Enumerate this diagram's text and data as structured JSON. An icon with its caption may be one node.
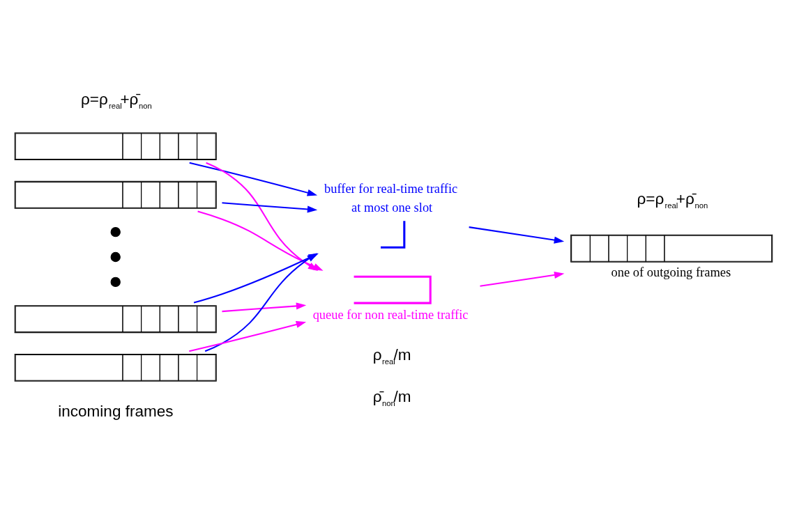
{
  "diagram": {
    "nodes": [
      {
        "text": [],
        "shape": "box"
      },
      {
        "text": [],
        "shape": "box"
      },
      {
        "text": [],
        "shape": "circle"
      },
      {
        "text": [],
        "shape": "circle"
      },
      {
        "text": [],
        "shape": "circle"
      },
      {
        "text": [],
        "shape": "box"
      },
      {
        "text": [],
        "shape": "box"
      },
      {
        "text": [
          "buffer for real-time traffic",
          "at most one slot"
        ]
      },
      {
        "text": [
          "queue for non real-time traffic"
        ]
      },
      {
        "text": [
          "one of outgoing frames"
        ]
      }
    ],
    "edges": [
      {
        "from": 0,
        "to": 7,
        "arrow": "to",
        "color": "#0000ff"
      },
      {
        "from": 0,
        "to": 8,
        "arrow": "to",
        "color": "#ff00ff"
      },
      {
        "from": 1,
        "to": 7,
        "arrow": "to",
        "color": "#0000ff"
      },
      {
        "from": 1,
        "to": 8,
        "arrow": "to",
        "color": "#ff00ff"
      },
      {
        "from": 5,
        "to": 7,
        "arrow": "to",
        "color": "#0000ff"
      },
      {
        "from": 5,
        "to": 8,
        "arrow": "to",
        "color": "#ff00ff"
      },
      {
        "from": 6,
        "to": 7,
        "arrow": "to",
        "color": "#0000ff"
      },
      {
        "from": 6,
        "to": 8,
        "arrow": "to",
        "color": "#ff00ff"
      },
      {
        "from": 7,
        "to": 9,
        "arrow": "to",
        "color": "#0000ff"
      },
      {
        "from": 8,
        "to": 9,
        "arrow": "to",
        "color": "#ff00ff"
      }
    ],
    "labels": [
      "ρ=ρ$_{real}$+ρ̄$_{non}$",
      "ρ=ρ$_{real}$+ρ̄$_{non}$",
      "incoming frames",
      "ρ$_{real}$/m",
      "ρ̄$_{non}$/m"
    ]
  }
}
